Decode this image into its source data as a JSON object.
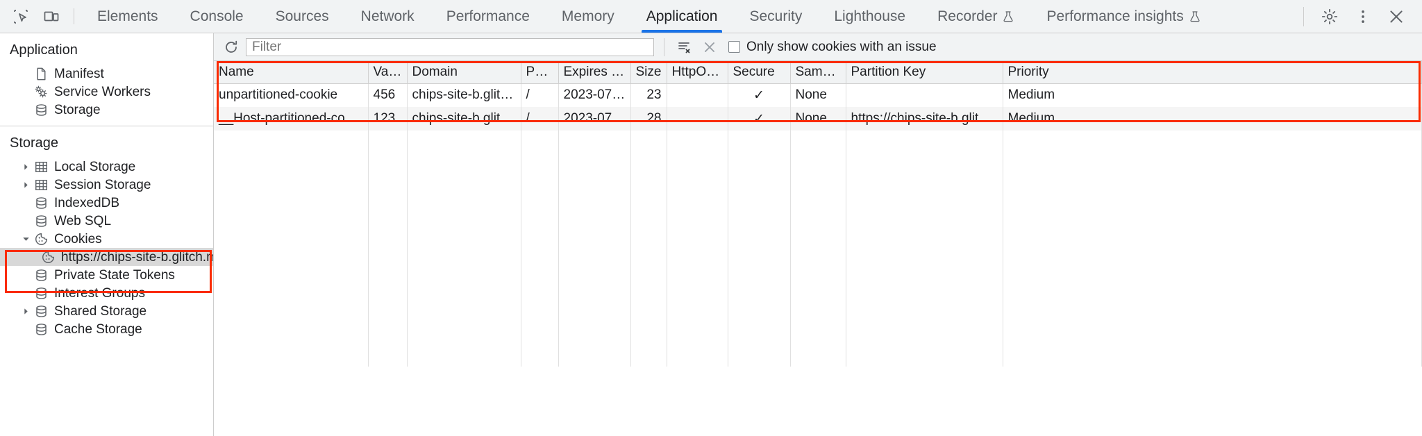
{
  "toolbar": {
    "inspect_icon": "inspect-element-icon",
    "device_icon": "device-toolbar-icon",
    "tabs": [
      {
        "label": "Elements",
        "active": false,
        "experimental": false
      },
      {
        "label": "Console",
        "active": false,
        "experimental": false
      },
      {
        "label": "Sources",
        "active": false,
        "experimental": false
      },
      {
        "label": "Network",
        "active": false,
        "experimental": false
      },
      {
        "label": "Performance",
        "active": false,
        "experimental": false
      },
      {
        "label": "Memory",
        "active": false,
        "experimental": false
      },
      {
        "label": "Application",
        "active": true,
        "experimental": false
      },
      {
        "label": "Security",
        "active": false,
        "experimental": false
      },
      {
        "label": "Lighthouse",
        "active": false,
        "experimental": false
      },
      {
        "label": "Recorder",
        "active": false,
        "experimental": true
      },
      {
        "label": "Performance insights",
        "active": false,
        "experimental": true
      }
    ],
    "settings_icon": "gear-icon",
    "more_icon": "more-vertical-icon",
    "close_icon": "close-icon",
    "active_tab_color": "#1a73e8"
  },
  "sidebar": {
    "sections": [
      {
        "title": "Application",
        "items": [
          {
            "label": "Manifest",
            "icon": "manifest-document-icon",
            "twisty": "none",
            "selected": false,
            "indent": 1
          },
          {
            "label": "Service Workers",
            "icon": "service-workers-gears-icon",
            "twisty": "none",
            "selected": false,
            "indent": 1
          },
          {
            "label": "Storage",
            "icon": "database-icon",
            "twisty": "none",
            "selected": false,
            "indent": 1
          }
        ]
      },
      {
        "title": "Storage",
        "items": [
          {
            "label": "Local Storage",
            "icon": "table-icon",
            "twisty": "collapsed",
            "selected": false,
            "indent": 1
          },
          {
            "label": "Session Storage",
            "icon": "table-icon",
            "twisty": "collapsed",
            "selected": false,
            "indent": 1
          },
          {
            "label": "IndexedDB",
            "icon": "database-icon",
            "twisty": "none",
            "selected": false,
            "indent": 1
          },
          {
            "label": "Web SQL",
            "icon": "database-icon",
            "twisty": "none",
            "selected": false,
            "indent": 1
          },
          {
            "label": "Cookies",
            "icon": "cookie-icon",
            "twisty": "expanded",
            "selected": false,
            "indent": 1
          },
          {
            "label": "https://chips-site-b.glitch.me",
            "icon": "cookie-icon",
            "twisty": "none",
            "selected": true,
            "indent": 2
          },
          {
            "label": "Private State Tokens",
            "icon": "database-icon",
            "twisty": "none",
            "selected": false,
            "indent": 1
          },
          {
            "label": "Interest Groups",
            "icon": "database-icon",
            "twisty": "none",
            "selected": false,
            "indent": 1
          },
          {
            "label": "Shared Storage",
            "icon": "database-icon",
            "twisty": "collapsed",
            "selected": false,
            "indent": 1
          },
          {
            "label": "Cache Storage",
            "icon": "database-icon",
            "twisty": "none",
            "selected": false,
            "indent": 1
          }
        ]
      }
    ]
  },
  "filterbar": {
    "refresh_icon": "refresh-icon",
    "filter_placeholder": "Filter",
    "filter_value": "",
    "clear_filters_icon": "clear-filters-icon",
    "clear_icon": "clear-all-icon",
    "checkbox_label": "Only show cookies with an issue",
    "checkbox_checked": false
  },
  "table": {
    "columns": [
      "Name",
      "Value",
      "Domain",
      "Path",
      "Expires / M…",
      "Size",
      "HttpOnly",
      "Secure",
      "SameSite",
      "Partition Key",
      "Priority"
    ],
    "rows": [
      {
        "name": "unpartitioned-cookie",
        "value": "456",
        "domain": "chips-site-b.glitch.me",
        "path": "/",
        "expires": "2023-07-07…",
        "size": "23",
        "httponly": "",
        "secure": "✓",
        "samesite": "None",
        "partition_key": "",
        "priority": "Medium"
      },
      {
        "name": "__Host-partitioned-cookie",
        "value": "123",
        "domain": "chips-site-b.glitch.me",
        "path": "/",
        "expires": "2023-07-07…",
        "size": "28",
        "httponly": "",
        "secure": "✓",
        "samesite": "None",
        "partition_key": "https://chips-site-b.glitch.me",
        "priority": "Medium"
      }
    ]
  },
  "annotations": {
    "highlight_color": "#fa2b00",
    "boxes": [
      "cookies-tree-group",
      "cookies-table-rows"
    ]
  }
}
